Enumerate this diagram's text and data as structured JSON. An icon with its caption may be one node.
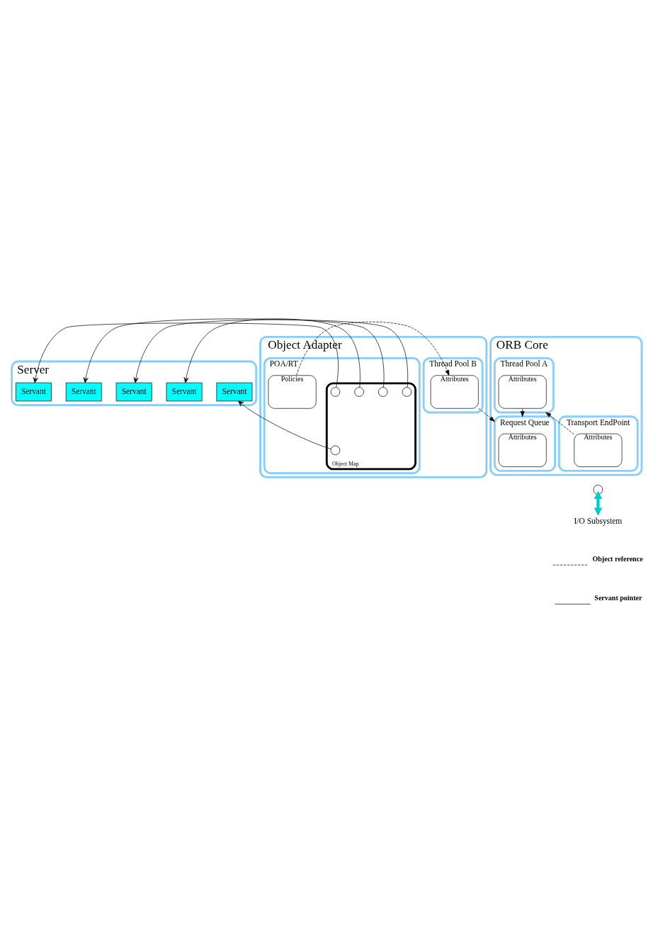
{
  "diagram": {
    "nodes": [
      {
        "text": [
          "Server"
        ]
      },
      {
        "text": [
          "Servant"
        ],
        "in": 0
      },
      {
        "text": [
          "Servant"
        ],
        "in": 0
      },
      {
        "text": [
          "Servant"
        ],
        "in": 0
      },
      {
        "text": [
          "Servant"
        ],
        "in": 0
      },
      {
        "text": [
          "Servant"
        ],
        "in": 0
      },
      {
        "text": [
          "Object Adapter"
        ]
      },
      {
        "text": [
          "POA/RT"
        ],
        "in": 6
      },
      {
        "text": [
          "Object Map"
        ],
        "in": 7
      },
      {
        "text": [],
        "shape": "circle",
        "in": 8
      },
      {
        "text": [],
        "shape": "circle",
        "in": 8
      },
      {
        "text": [],
        "shape": "circle",
        "in": 8
      },
      {
        "text": [],
        "shape": "circle",
        "in": 8
      },
      {
        "text": [],
        "shape": "circle",
        "in": 8
      },
      {
        "text": [
          "Policies"
        ],
        "in": 7
      },
      {
        "text": [
          "Thread Pool B"
        ],
        "in": 6
      },
      {
        "text": [
          "Attributes"
        ],
        "in": 15
      },
      {
        "text": [
          "ORB Core"
        ]
      },
      {
        "text": [
          "Thread Pool A"
        ],
        "in": 17
      },
      {
        "text": [
          "Attributes"
        ],
        "in": 18
      },
      {
        "text": [
          "Request Queue"
        ],
        "in": 17
      },
      {
        "text": [
          "Attributes"
        ],
        "in": 20
      },
      {
        "text": [
          "Transport EndPoint"
        ],
        "in": 17
      },
      {
        "text": [
          "Attributes"
        ],
        "in": 22
      },
      {
        "text": [],
        "shape": "circle"
      },
      {
        "text": [
          "I/O Subsystem"
        ]
      }
    ],
    "edges": [
      {
        "from": 9,
        "to": 1,
        "arrow": "to"
      },
      {
        "from": 12,
        "to": 2,
        "arrow": "to"
      },
      {
        "from": 10,
        "to": 3,
        "arrow": "to"
      },
      {
        "from": 11,
        "to": 4,
        "arrow": "to"
      },
      {
        "from": 13,
        "to": 5,
        "arrow": "to"
      },
      {
        "from": 14,
        "to": 16,
        "arrow": "to",
        "style": "dashed"
      },
      {
        "from": 16,
        "to": 20,
        "arrow": "to",
        "style": "dashed"
      },
      {
        "from": 19,
        "to": 20,
        "arrow": "to",
        "style": "dashed"
      },
      {
        "from": 23,
        "to": 18,
        "arrow": "to",
        "style": "dashed"
      },
      {
        "from": 24,
        "to": 25,
        "arrow": "both",
        "style": "thick",
        "color": "#00cccc"
      }
    ],
    "legend": [
      {
        "text": "Object reference"
      },
      {
        "text": "Servant pointer"
      }
    ]
  }
}
